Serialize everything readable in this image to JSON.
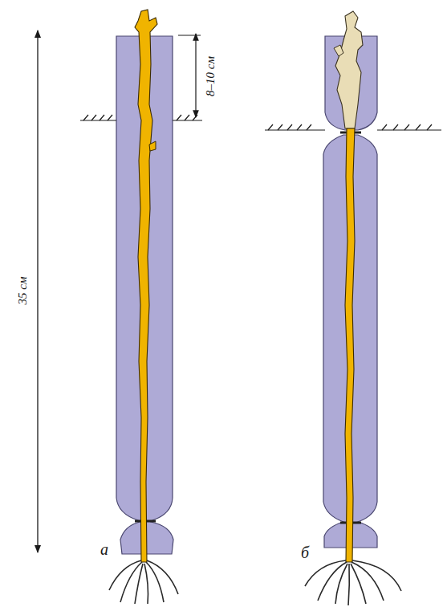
{
  "diagram": {
    "labels": [
      "8–10 см",
      "35 см",
      "а",
      "б"
    ]
  }
}
